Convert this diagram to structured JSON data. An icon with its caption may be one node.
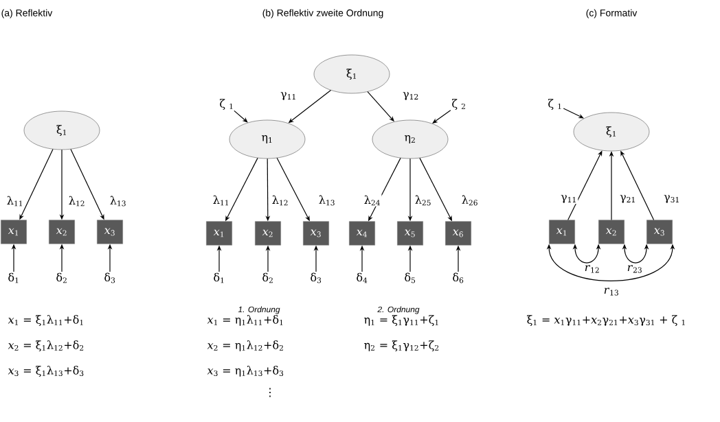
{
  "diagram": {
    "nodes": [
      {
        "text": [
          "ξ$_{1}$"
        ]
      },
      {
        "text": [
          "*x*$_{1}$"
        ]
      },
      {
        "text": [
          "*x*$_{2}$"
        ]
      },
      {
        "text": [
          "*x*$_{3}$"
        ]
      },
      {
        "text": [
          "δ$_{1}$"
        ]
      },
      {
        "text": [
          "δ$_{2}$"
        ]
      },
      {
        "text": [
          "δ$_{3}$"
        ]
      },
      {
        "text": [
          "ξ$_{1}$"
        ]
      },
      {
        "text": [
          "ζ $_{1}$"
        ]
      },
      {
        "text": [
          "η$_{1}$"
        ]
      },
      {
        "text": [
          "η$_{2}$"
        ]
      },
      {
        "text": [
          "ζ $_{2}$"
        ]
      },
      {
        "text": [
          "*x*$_{1}$"
        ]
      },
      {
        "text": [
          "*x*$_{2}$"
        ]
      },
      {
        "text": [
          "*x*$_{3}$"
        ]
      },
      {
        "text": [
          "*x*$_{4}$"
        ]
      },
      {
        "text": [
          "*x*$_{5}$"
        ]
      },
      {
        "text": [
          "*x*$_{6}$"
        ]
      },
      {
        "text": [
          "δ$_{1}$"
        ]
      },
      {
        "text": [
          "δ$_{2}$"
        ]
      },
      {
        "text": [
          "δ$_{3}$"
        ]
      },
      {
        "text": [
          "δ$_{4}$"
        ]
      },
      {
        "text": [
          "δ$_{5}$"
        ]
      },
      {
        "text": [
          "δ$_{6}$"
        ]
      },
      {
        "text": [
          "ζ $_{1}$"
        ]
      },
      {
        "text": [
          "ξ$_{1}$"
        ]
      },
      {
        "text": [
          "*x*$_{1}$"
        ]
      },
      {
        "text": [
          "*x*$_{2}$"
        ]
      },
      {
        "text": [
          "*x*$_{3}$"
        ]
      }
    ],
    "edges": [
      {
        "from": 0,
        "to": 1,
        "arrow": "to",
        "label": "λ$_{11}$"
      },
      {
        "from": 0,
        "to": 2,
        "arrow": "to",
        "label": "λ$_{12}$"
      },
      {
        "from": 0,
        "to": 3,
        "arrow": "to",
        "label": "λ$_{13}$"
      },
      {
        "from": 4,
        "to": 1,
        "arrow": "to"
      },
      {
        "from": 5,
        "to": 2,
        "arrow": "to"
      },
      {
        "from": 6,
        "to": 3,
        "arrow": "to"
      },
      {
        "from": 7,
        "to": 9,
        "arrow": "to",
        "label": "γ$_{11}$"
      },
      {
        "from": 7,
        "to": 10,
        "arrow": "to",
        "label": "γ$_{12}$"
      },
      {
        "from": 8,
        "to": 9,
        "arrow": "to"
      },
      {
        "from": 11,
        "to": 10,
        "arrow": "to"
      },
      {
        "from": 9,
        "to": 12,
        "arrow": "to",
        "label": "λ$_{11}$"
      },
      {
        "from": 9,
        "to": 13,
        "arrow": "to",
        "label": "λ$_{12}$"
      },
      {
        "from": 9,
        "to": 14,
        "arrow": "to",
        "label": "λ$_{13}$"
      },
      {
        "from": 10,
        "to": 15,
        "arrow": "to",
        "label": "λ$_{24}$"
      },
      {
        "from": 10,
        "to": 16,
        "arrow": "to",
        "label": "λ$_{25}$"
      },
      {
        "from": 10,
        "to": 17,
        "arrow": "to",
        "label": "λ$_{26}$"
      },
      {
        "from": 18,
        "to": 12,
        "arrow": "to"
      },
      {
        "from": 19,
        "to": 13,
        "arrow": "to"
      },
      {
        "from": 20,
        "to": 14,
        "arrow": "to"
      },
      {
        "from": 21,
        "to": 15,
        "arrow": "to"
      },
      {
        "from": 22,
        "to": 16,
        "arrow": "to"
      },
      {
        "from": 23,
        "to": 17,
        "arrow": "to"
      },
      {
        "from": 24,
        "to": 25,
        "arrow": "to"
      },
      {
        "from": 26,
        "to": 25,
        "arrow": "to",
        "label": "γ$_{11}$"
      },
      {
        "from": 27,
        "to": 25,
        "arrow": "to",
        "label": "γ$_{21}$"
      },
      {
        "from": 28,
        "to": 25,
        "arrow": "to",
        "label": "γ$_{31}$"
      },
      {
        "from": 26,
        "to": 27,
        "arrow": "both",
        "label": "*r*$_{12}$"
      },
      {
        "from": 27,
        "to": 28,
        "arrow": "both",
        "label": "*r*$_{23}$"
      },
      {
        "from": 26,
        "to": 28,
        "arrow": "both",
        "label": "*r*$_{13}$"
      }
    ],
    "labels": [
      "(a) Reflektiv",
      "(b) Reflektiv zweite Ordnung",
      "(c) Formativ",
      "*x*$_{1}$ = ξ$_{1}$λ$_{11}$+δ$_{1}$",
      "*x*$_{2}$ = ξ$_{1}$λ$_{12}$+δ$_{2}$",
      "*x*$_{3}$ = ξ$_{1}$λ$_{13}$+δ$_{3}$",
      "1. Ordnung",
      "*x*$_{1}$ = η$_{1}$λ$_{11}$+δ$_{1}$",
      "*x*$_{2}$ = η$_{1}$λ$_{12}$+δ$_{2}$",
      "*x*$_{3}$ = η$_{1}$λ$_{13}$+δ$_{3}$",
      "⋮",
      "2. Ordnung",
      "η$_{1}$ = ξ$_{1}$γ$_{11}$+ζ$_{1}$",
      "η$_{2}$ = ξ$_{1}$γ$_{12}$+ζ$_{2}$",
      "ξ$_{1}$ = *x*$_{1}$γ$_{11}$+*x*$_{2}$γ$_{21}$+*x*$_{3}$γ$_{31}$ + ζ $_{1}$"
    ]
  }
}
